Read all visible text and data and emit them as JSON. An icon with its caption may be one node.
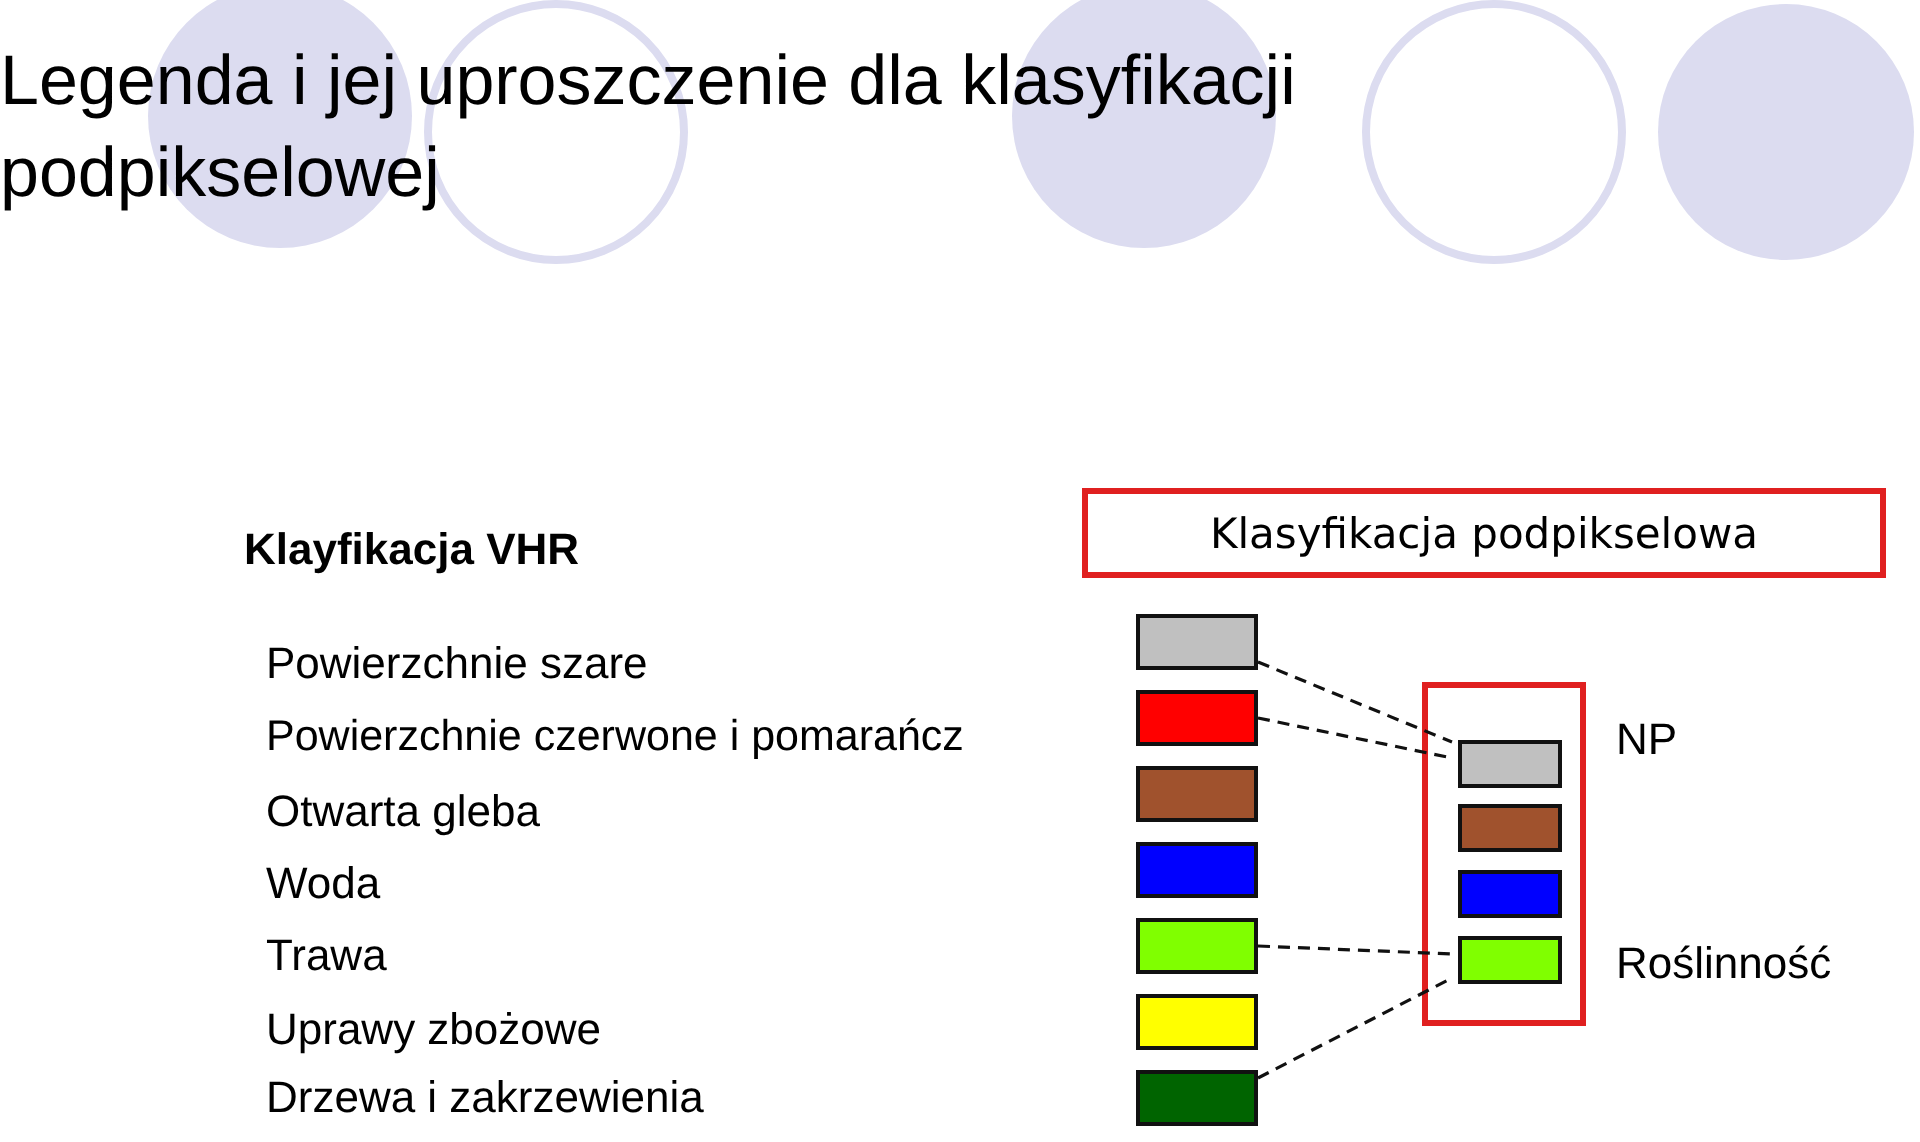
{
  "diagram": {
    "title": "Legenda i jej uproszczenie dla klasyfikacji podpikselowej",
    "nodes": [
      {
        "text": [
          "Klasyfikacja podpikselowa"
        ]
      },
      {
        "text": [],
        "shape": "box"
      },
      {
        "text": [],
        "shape": "box"
      },
      {
        "text": [],
        "shape": "box"
      },
      {
        "text": [],
        "shape": "box"
      },
      {
        "text": [],
        "shape": "box"
      },
      {
        "text": [],
        "shape": "box"
      },
      {
        "text": [],
        "shape": "box"
      },
      {
        "text": [],
        "shape": "box"
      },
      {
        "text": [],
        "shape": "box",
        "in": 8
      },
      {
        "text": [],
        "shape": "box",
        "in": 8
      },
      {
        "text": [],
        "shape": "box",
        "in": 8
      },
      {
        "text": [],
        "shape": "box",
        "in": 8
      }
    ],
    "edges": [
      {
        "from": 1,
        "to": 9,
        "arrow": "none",
        "style": "dashed"
      },
      {
        "from": 2,
        "to": 9,
        "arrow": "none",
        "style": "dashed"
      },
      {
        "from": 5,
        "to": 12,
        "arrow": "none",
        "style": "dashed"
      },
      {
        "from": 7,
        "to": 12,
        "arrow": "none",
        "style": "dashed"
      }
    ],
    "labels": [
      "Klayfikacja VHR",
      "Powierzchnie szare",
      "Powierzchnie czerwone i pomarańcz",
      "Otwarta gleba",
      "Woda",
      "Trawa",
      "Uprawy zbożowe",
      "Drzewa i zakrzewienia",
      "NP",
      "Roślinność"
    ]
  }
}
